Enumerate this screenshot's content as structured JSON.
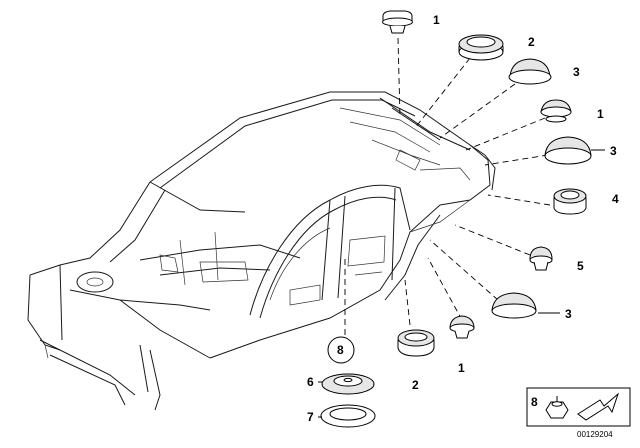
{
  "diagram": {
    "callouts": [
      {
        "id": "c1a",
        "label": "1"
      },
      {
        "id": "c2a",
        "label": "2"
      },
      {
        "id": "c3a",
        "label": "3"
      },
      {
        "id": "c1b",
        "label": "1"
      },
      {
        "id": "c3b",
        "label": "3"
      },
      {
        "id": "c4",
        "label": "4"
      },
      {
        "id": "c5",
        "label": "5"
      },
      {
        "id": "c3c",
        "label": "3"
      },
      {
        "id": "c1c",
        "label": "1"
      },
      {
        "id": "c2b",
        "label": "2"
      },
      {
        "id": "c8",
        "label": "8"
      },
      {
        "id": "c6",
        "label": "6"
      },
      {
        "id": "c7",
        "label": "7"
      }
    ],
    "legend_box": {
      "label": "8"
    },
    "doc_number": "00129204"
  }
}
